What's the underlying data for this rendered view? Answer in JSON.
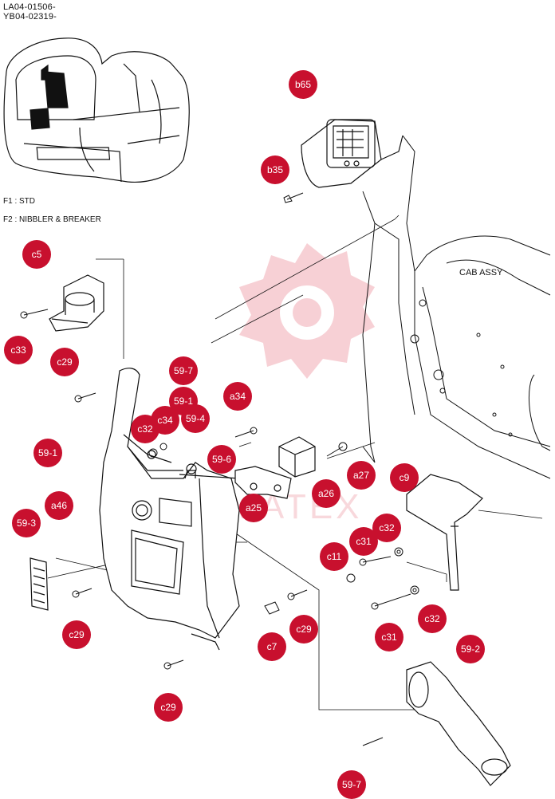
{
  "header": {
    "line1": "LA04-01506-",
    "line2": "YB04-02319-"
  },
  "notes": [
    "F1 : STD",
    "F2 : NIBBLER & BREAKER"
  ],
  "cab_label": "CAB ASSY",
  "watermark": "IMATEX",
  "callouts": [
    {
      "name": "b65",
      "label": "b65"
    },
    {
      "name": "b35",
      "label": "b35"
    },
    {
      "name": "c5",
      "label": "c5"
    },
    {
      "name": "c33",
      "label": "c33"
    },
    {
      "name": "c29-a",
      "label": "c29"
    },
    {
      "name": "59-7-top",
      "label": "59-7"
    },
    {
      "name": "59-1-top",
      "label": "59-1"
    },
    {
      "name": "a34",
      "label": "a34"
    },
    {
      "name": "c32-left",
      "label": "c32"
    },
    {
      "name": "c34",
      "label": "c34"
    },
    {
      "name": "59-4",
      "label": "59-4"
    },
    {
      "name": "59-1-left",
      "label": "59-1"
    },
    {
      "name": "59-6",
      "label": "59-6"
    },
    {
      "name": "a27",
      "label": "a27"
    },
    {
      "name": "c9",
      "label": "c9"
    },
    {
      "name": "a46",
      "label": "a46"
    },
    {
      "name": "a25",
      "label": "a25"
    },
    {
      "name": "a26",
      "label": "a26"
    },
    {
      "name": "59-3",
      "label": "59-3"
    },
    {
      "name": "c32-right",
      "label": "c32"
    },
    {
      "name": "c31-top",
      "label": "c31"
    },
    {
      "name": "c11",
      "label": "c11"
    },
    {
      "name": "c29-b",
      "label": "c29"
    },
    {
      "name": "c29-c",
      "label": "c29"
    },
    {
      "name": "c7",
      "label": "c7"
    },
    {
      "name": "c31-bottom",
      "label": "c31"
    },
    {
      "name": "c32-bottom",
      "label": "c32"
    },
    {
      "name": "59-2",
      "label": "59-2"
    },
    {
      "name": "c29-d",
      "label": "c29"
    },
    {
      "name": "59-7-bottom",
      "label": "59-7"
    }
  ]
}
